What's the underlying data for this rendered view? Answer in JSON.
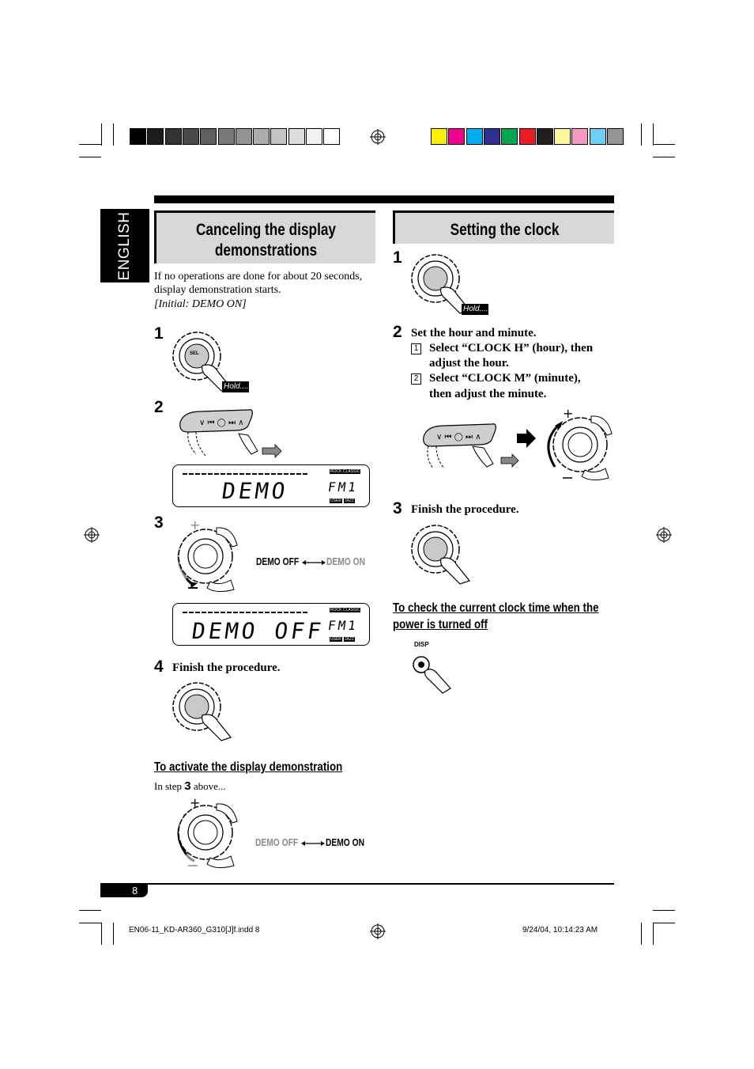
{
  "page": {
    "language_tab": "ENGLISH",
    "page_number": "8"
  },
  "left_section": {
    "title_line1": "Canceling the display",
    "title_line2": "demonstrations",
    "intro_line1": "If no operations are done for about 20 seconds,",
    "intro_line2": "display demonstration starts.",
    "initial_note": "[Initial: DEMO ON]",
    "steps": [
      {
        "number": "1",
        "text": ""
      },
      {
        "number": "2",
        "text": ""
      },
      {
        "number": "3",
        "text": ""
      },
      {
        "number": "4",
        "text": "Finish the procedure."
      }
    ],
    "hold_label": "Hold....",
    "sel_label": "SEL",
    "lcd1": {
      "main": "DEMO",
      "band": "FM1"
    },
    "lcd2": {
      "main": "DEMO OFF",
      "band": "FM1"
    },
    "lcd_tags": {
      "rock": "ROCK",
      "classic": "CLASSIC",
      "pops": "POPS",
      "user": "USER",
      "jazz": "JAZZ",
      "hip": "HIP"
    },
    "toggle_1": {
      "left": "DEMO OFF",
      "right": "DEMO ON"
    },
    "activate_heading": "To activate the display demonstration",
    "activate_text_pre": "In step",
    "activate_step": "3",
    "activate_text_post": "above...",
    "toggle_2": {
      "left": "DEMO OFF",
      "right": "DEMO ON"
    }
  },
  "right_section": {
    "title": "Setting the clock",
    "step1_number": "1",
    "hold_label": "Hold....",
    "step2_number": "2",
    "step2_text": "Set the hour and minute.",
    "substep1_num": "1",
    "substep1_line1": "Select “CLOCK H” (hour), then",
    "substep1_line2": "adjust the hour.",
    "substep2_num": "2",
    "substep2_line1": "Select “CLOCK M” (minute),",
    "substep2_line2": "then adjust the minute.",
    "step3_number": "3",
    "step3_text": "Finish the procedure.",
    "check_heading_line1": "To check the current clock time when the",
    "check_heading_line2": "power is turned off",
    "disp_label": "DISP"
  },
  "footer": {
    "file_info": "EN06-11_KD-AR360_G310[J]f.indd   8",
    "timestamp": "9/24/04, 10:14:23 AM"
  },
  "colors": {
    "gray_bar": [
      "#000000",
      "#1c1c1c",
      "#333333",
      "#4a4a4a",
      "#616161",
      "#7a7a7a",
      "#939393",
      "#acacac",
      "#c4c4c4",
      "#dcdcdc",
      "#f2f2f2",
      "#ffffff"
    ],
    "color_bar": [
      "#fff200",
      "#ec008c",
      "#00aeef",
      "#2e3192",
      "#00a651",
      "#ed1c24",
      "#231f20",
      "#fff799",
      "#f49ac1",
      "#6dcff6",
      "#959595"
    ],
    "title_bg": "#d7d7d7"
  }
}
